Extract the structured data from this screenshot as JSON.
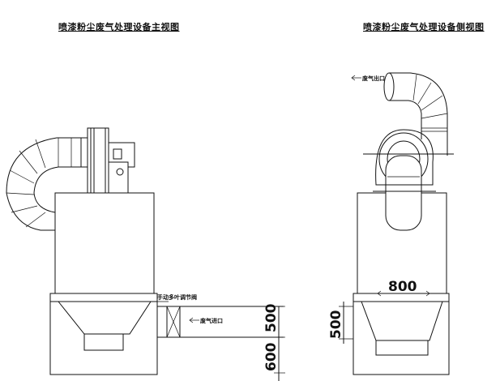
{
  "titles": {
    "front_view": "喷漆粉尘废气处理设备主视图",
    "side_view": "喷漆粉尘废气处理设备侧视图"
  },
  "labels": {
    "damper": "手动多叶调节阀",
    "inlet": "废气进口",
    "outlet": "废气出口"
  },
  "dimensions": {
    "front_upper": "500",
    "front_lower": "600",
    "side_upper": "500",
    "side_width": "800"
  }
}
